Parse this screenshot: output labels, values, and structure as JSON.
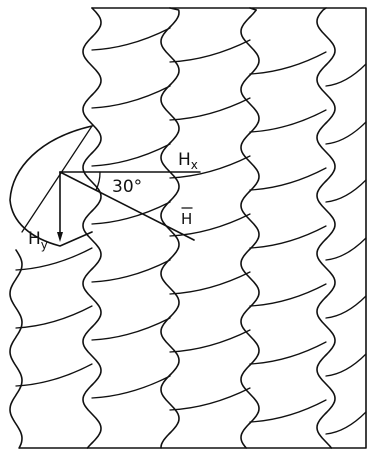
{
  "figure": {
    "labels": {
      "hx": "H",
      "hx_sub": "x",
      "hy": "H",
      "hy_sub": "y",
      "h_vec": "H",
      "angle": "30°"
    },
    "colors": {
      "ink": "#111111",
      "background": "#ffffff"
    }
  }
}
